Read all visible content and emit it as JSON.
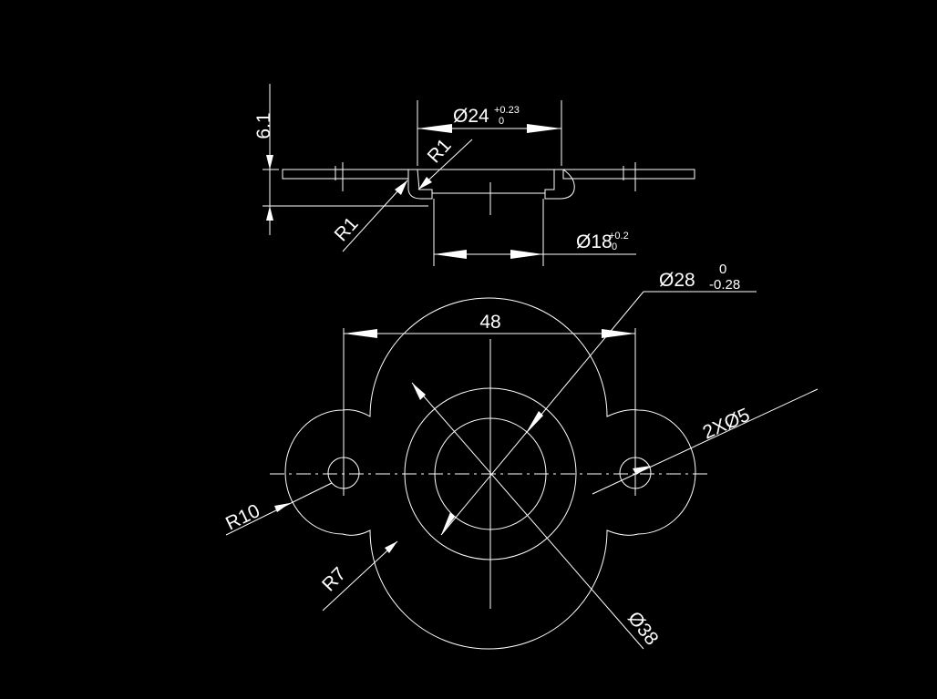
{
  "colors": {
    "background": "#000000",
    "foreground": "#ffffff"
  },
  "section_view": {
    "thickness_dim": "6.1",
    "bore_top": {
      "text": "Ø24",
      "upper": "+0.23",
      "lower": "0"
    },
    "fillet_inner": "R1",
    "fillet_outer": "R1",
    "bore_bottom": {
      "text": "Ø18",
      "upper": "+0.2",
      "lower": "0"
    }
  },
  "plan_view": {
    "hole_spacing": "48",
    "boss_dia": {
      "text": "Ø28",
      "upper": "0",
      "lower": "-0.28"
    },
    "holes": "2XØ5",
    "end_radius": "R10",
    "waist_radius": "R7",
    "flange_dia": "Ø38"
  }
}
